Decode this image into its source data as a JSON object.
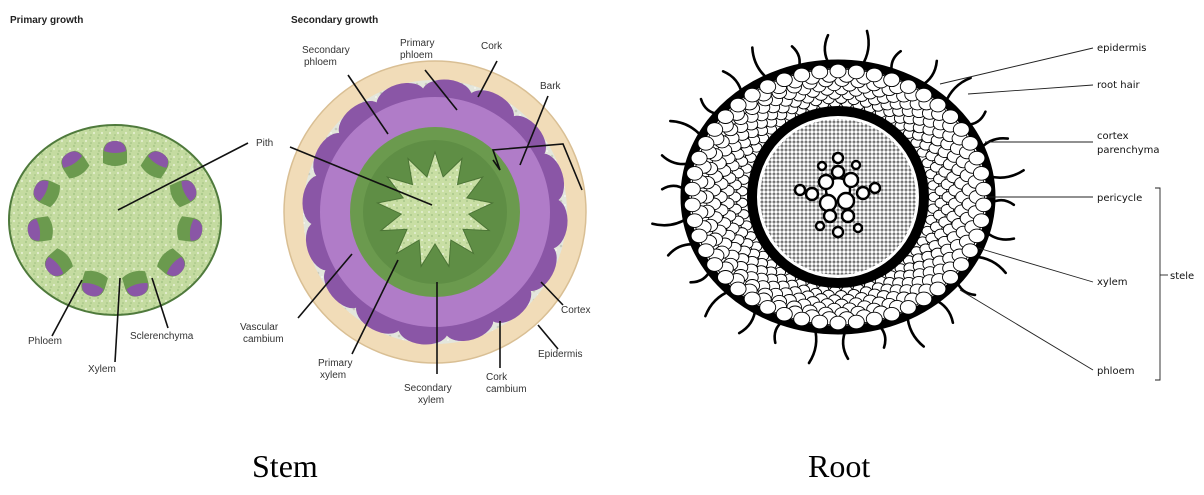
{
  "stem": {
    "primary_title": "Primary growth",
    "secondary_title": "Secondary growth",
    "primary_labels": {
      "phloem": "Phloem",
      "xylem": "Xylem",
      "sclerenchyma": "Sclerenchyma"
    },
    "pith": "Pith",
    "secondary_labels": {
      "secondary_phloem": [
        "Secondary",
        "phloem"
      ],
      "primary_phloem": [
        "Primary",
        "phloem"
      ],
      "cork": "Cork",
      "bark": "Bark",
      "vascular_cambium": [
        "Vascular",
        "cambium"
      ],
      "primary_xylem": [
        "Primary",
        "xylem"
      ],
      "secondary_xylem": [
        "Secondary",
        "xylem"
      ],
      "cork_cambium": [
        "Cork",
        "cambium"
      ],
      "epidermis": "Epidermis",
      "cortex": "Cortex"
    },
    "caption": "Stem"
  },
  "root": {
    "labels": {
      "epidermis": "epidermis",
      "root_hair": "root hair",
      "cortex_parenchyma": [
        "cortex",
        "parenchyma"
      ],
      "pericycle": "pericycle",
      "xylem": "xylem",
      "phloem": "phloem",
      "stele": "stele"
    },
    "caption": "Root"
  },
  "colors": {
    "ground": "#c4dba0",
    "vascular_green": "#6b9a4e",
    "phloem_purple": "#8a56a6",
    "cambium_purple": "#b07cc8",
    "bark_tan": "#f1dcb8",
    "cortex_grey": "#d8dccd"
  }
}
